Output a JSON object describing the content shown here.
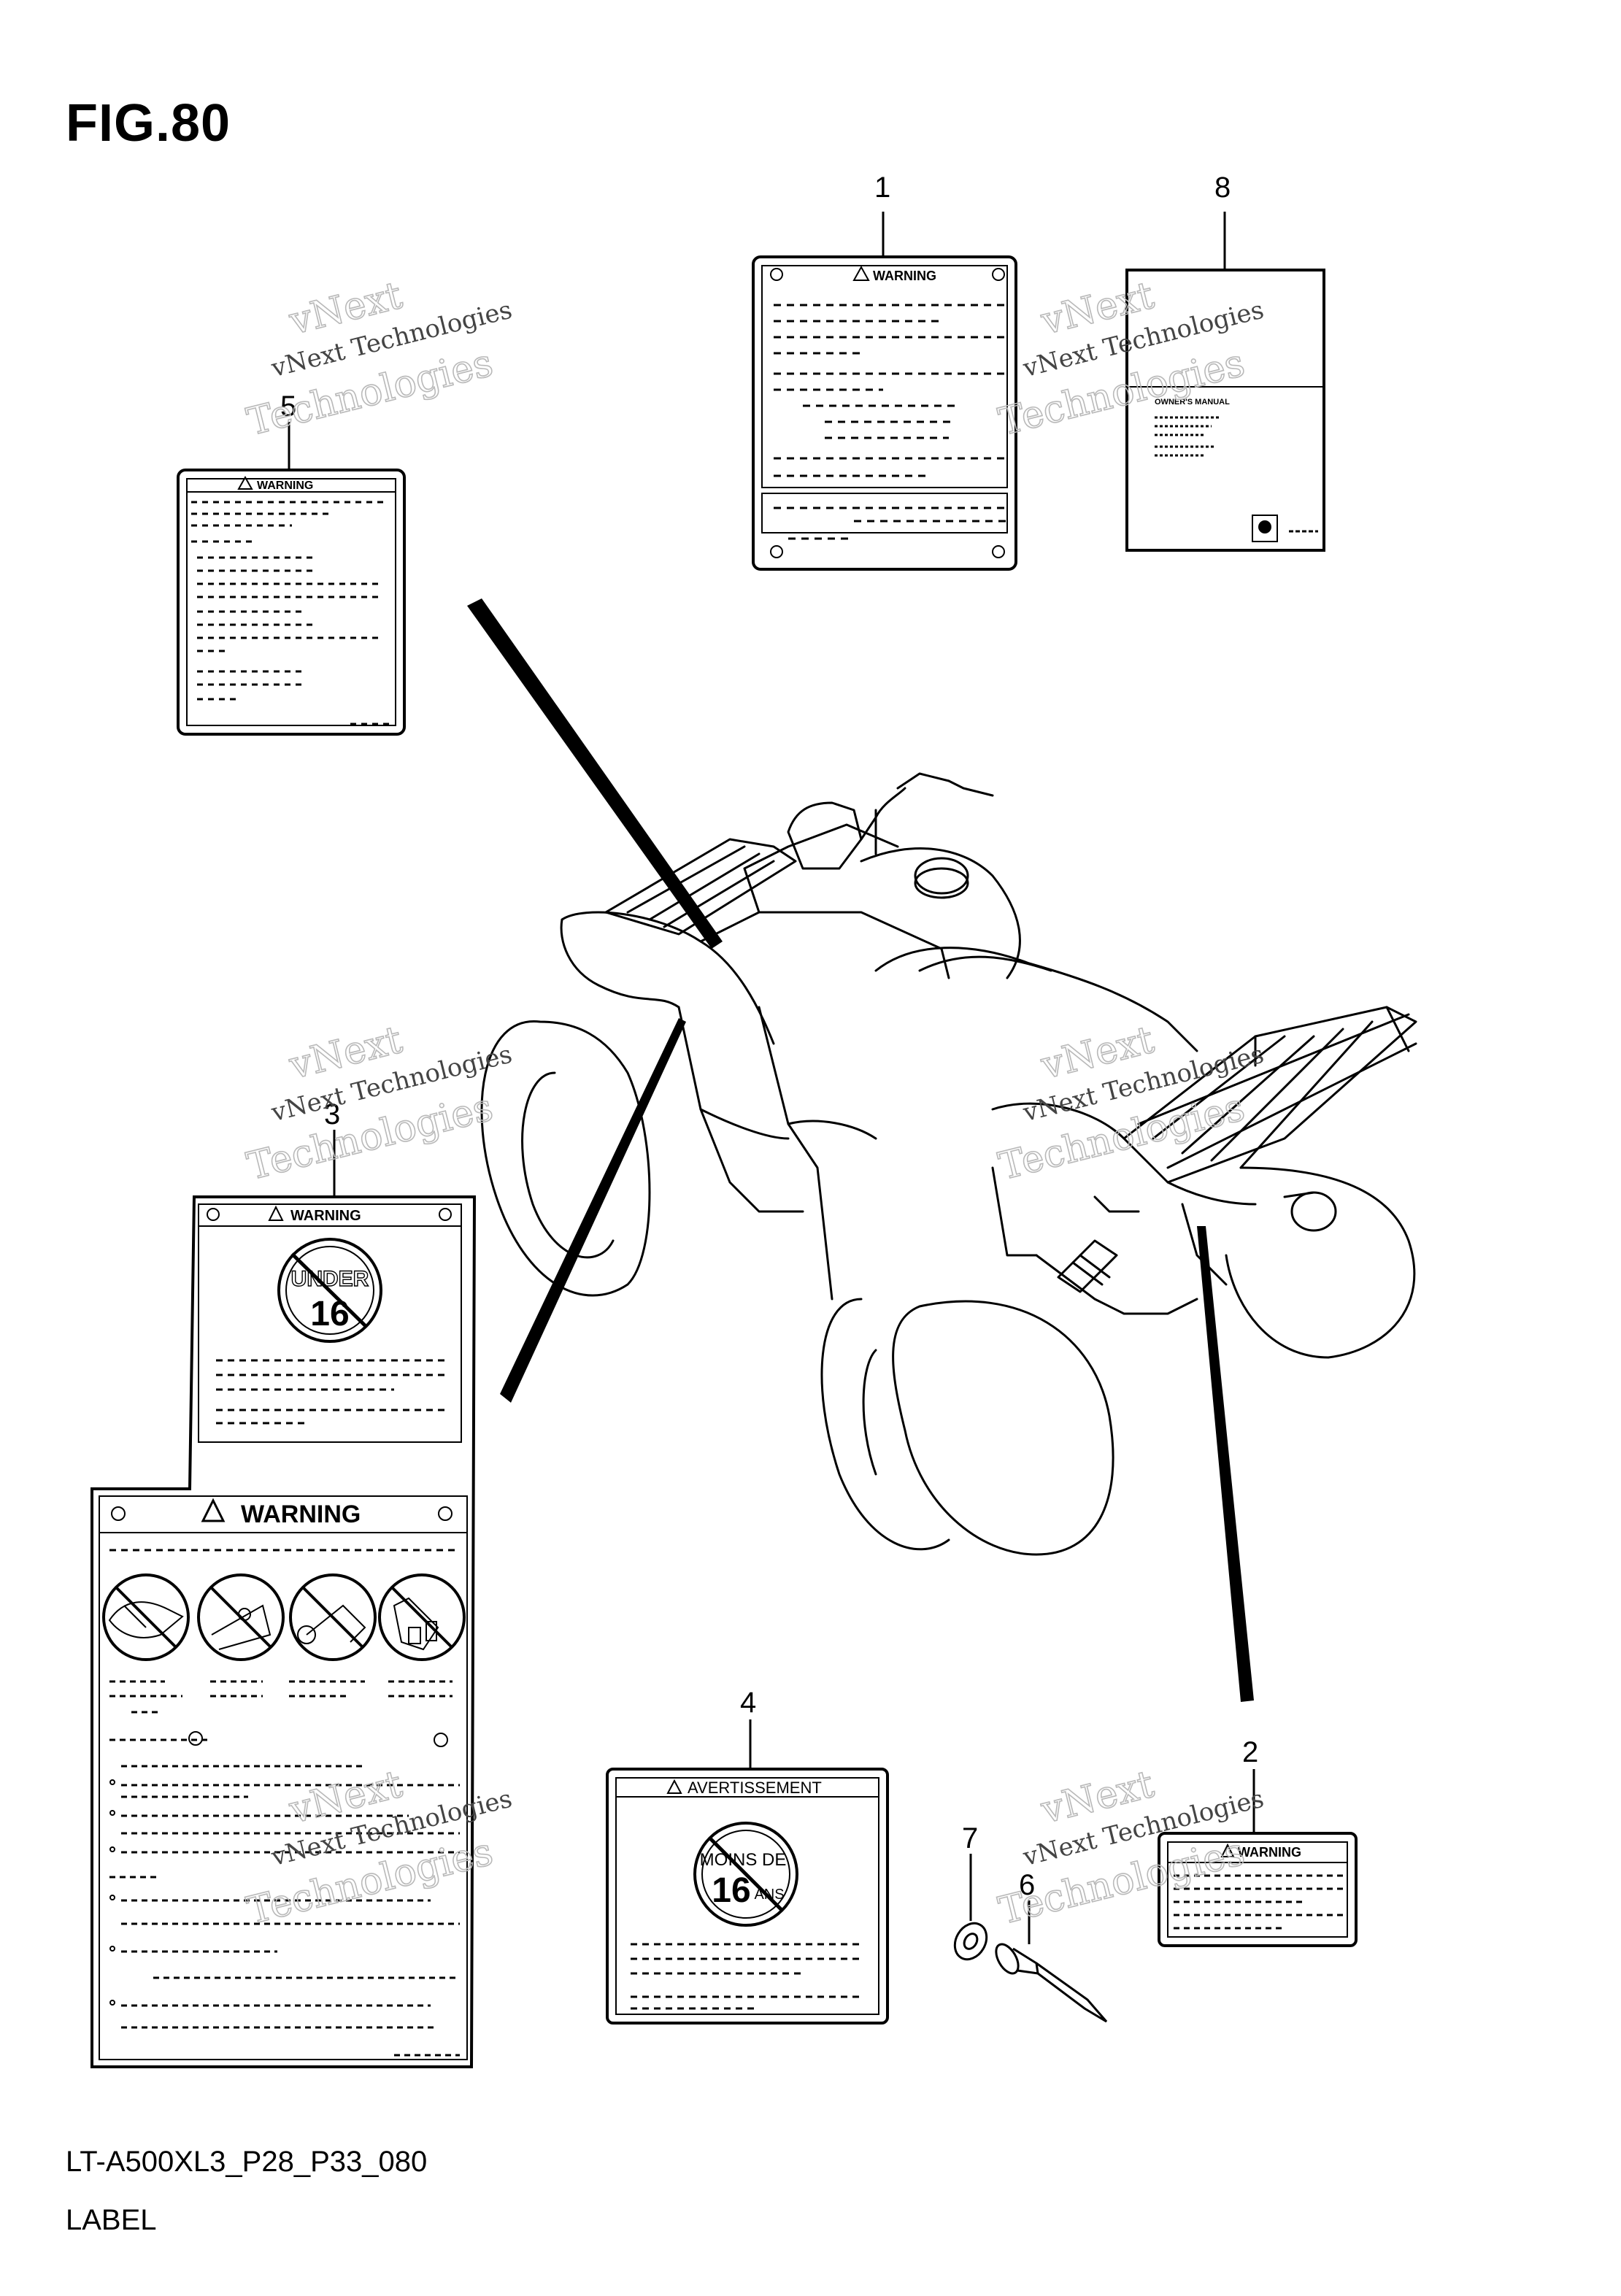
{
  "figure": {
    "title": "FIG.80",
    "code": "LT-A500XL3_P28_P33_080",
    "name": "LABEL"
  },
  "callouts": [
    "1",
    "2",
    "3",
    "4",
    "5",
    "6",
    "7",
    "8"
  ],
  "labels": {
    "warning": "WARNING",
    "avertissement": "AVERTISSEMENT",
    "owners_manual": "OWNER'S MANUAL",
    "under_top": "UNDER",
    "under_num": "16",
    "moins_top": "MOINS DE",
    "moins_num": "16",
    "moins_ans": "ANS"
  },
  "watermark": {
    "line1": "vNext",
    "line2": "vNext Technologies",
    "line3": "Technologies"
  }
}
